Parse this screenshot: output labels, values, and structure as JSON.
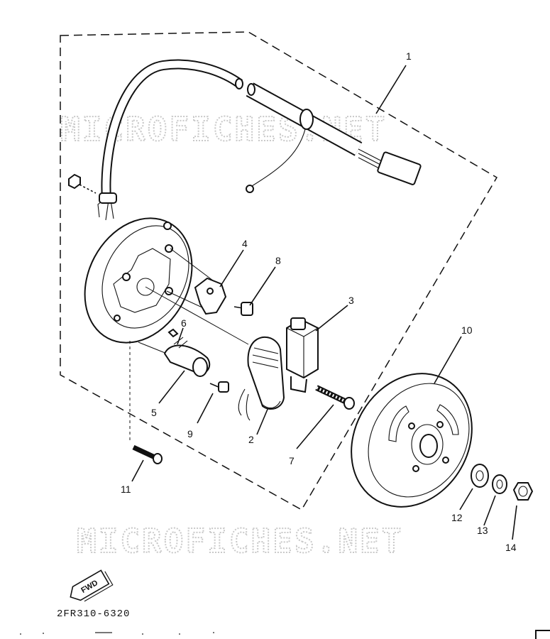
{
  "watermark": {
    "upper": "MICROFICHES.NET",
    "lower": "MICROFICHES.NET"
  },
  "callouts": [
    {
      "num": "1"
    },
    {
      "num": "2"
    },
    {
      "num": "3"
    },
    {
      "num": "4"
    },
    {
      "num": "5"
    },
    {
      "num": "6"
    },
    {
      "num": "7"
    },
    {
      "num": "8"
    },
    {
      "num": "9"
    },
    {
      "num": "10"
    },
    {
      "num": "11"
    },
    {
      "num": "12"
    },
    {
      "num": "13"
    },
    {
      "num": "14"
    }
  ],
  "fwd_label": "FWD",
  "diagram_code": "2FR310-6320"
}
